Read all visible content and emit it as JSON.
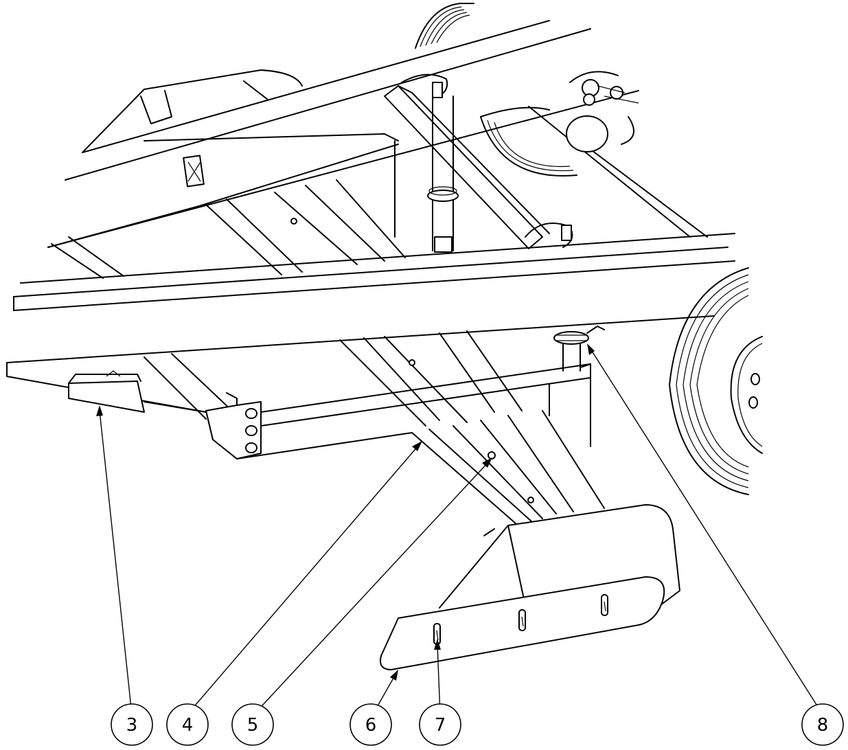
{
  "diagram": {
    "callouts": [
      {
        "id": "callout-3",
        "label": "3"
      },
      {
        "id": "callout-4",
        "label": "4"
      },
      {
        "id": "callout-5",
        "label": "5"
      },
      {
        "id": "callout-6",
        "label": "6"
      },
      {
        "id": "callout-7",
        "label": "7"
      },
      {
        "id": "callout-8",
        "label": "8"
      }
    ],
    "line_color": "#000000",
    "background_color": "#ffffff"
  }
}
